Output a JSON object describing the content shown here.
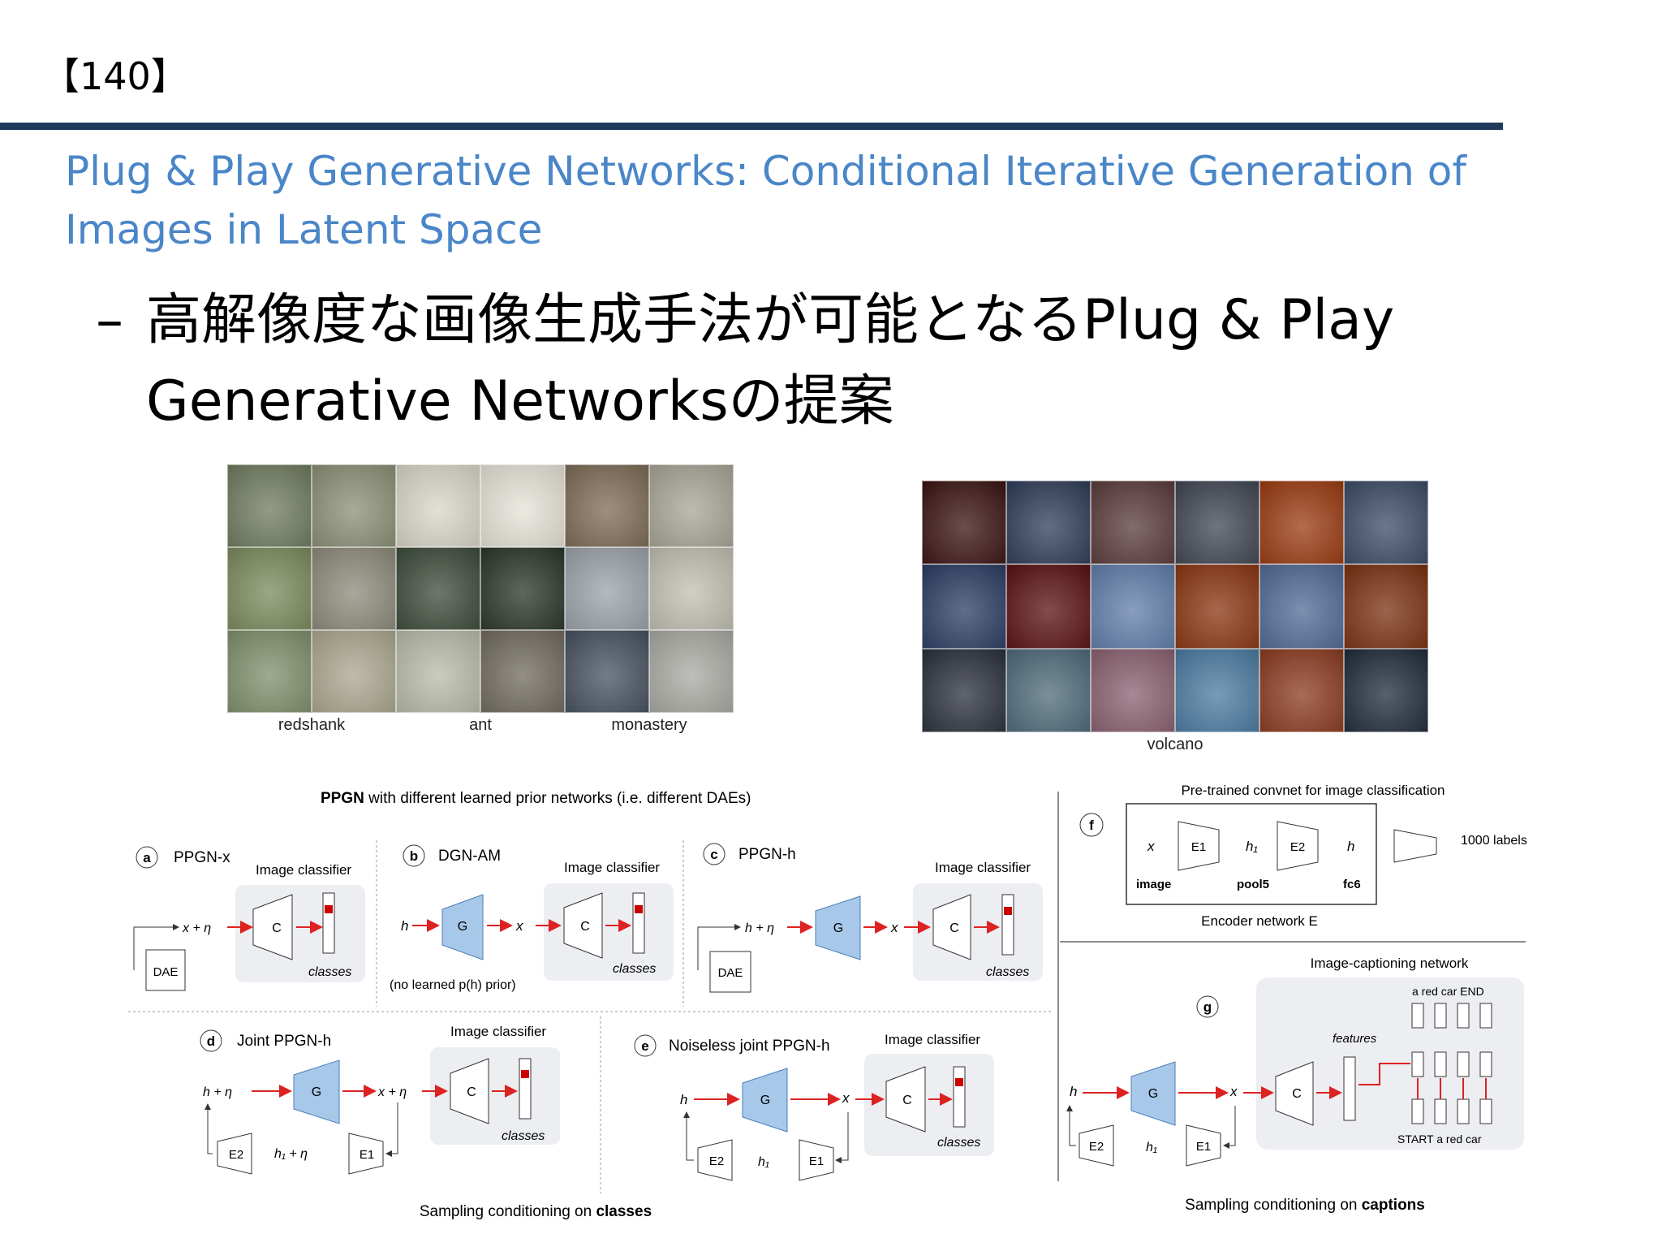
{
  "slide_number": "【140】",
  "paper_title": "Plug & Play Generative Networks: Conditional Iterative Generation of Images in Latent Space",
  "bullet": {
    "marker": "–",
    "text": "高解像度な画像生成手法が可能となるPlug & Play Generative Networksの提案"
  },
  "left_image": {
    "captions": [
      "redshank",
      "ant",
      "monastery"
    ],
    "tile_colors": [
      "#6f7a5e",
      "#8b8f74",
      "#d9d5c8",
      "#e6e2d8",
      "#7d6a55",
      "#a8a496",
      "#7a8a5c",
      "#8d8a7a",
      "#3c4a3a",
      "#2a3528",
      "#9ba2a8",
      "#c1bfb2",
      "#7f8f6a",
      "#aaa78e",
      "#b8bca8",
      "#6f6a5e",
      "#45505e",
      "#a9a9a3"
    ]
  },
  "right_image": {
    "caption": "volcano",
    "tile_colors": [
      "#3a1212",
      "#2e3c58",
      "#5a3a3a",
      "#3f4552",
      "#9a3a10",
      "#3b4a66",
      "#2b3d62",
      "#5a1010",
      "#5f7da8",
      "#8a3510",
      "#4f6a94",
      "#7a3010",
      "#2a2f3a",
      "#4d6a7a",
      "#8a6070",
      "#4a7aa0",
      "#8a3a20",
      "#1f2a3a"
    ]
  },
  "figure": {
    "top_heading_bold": "PPGN",
    "top_heading_rest": " with different learned prior networks (i.e. different DAEs)",
    "panel_a": {
      "letter": "a",
      "title": "PPGN-x",
      "classifier": "Image classifier",
      "dae": "DAE",
      "classes": "classes",
      "input": "x + η",
      "c": "C"
    },
    "panel_b": {
      "letter": "b",
      "title": "DGN-AM",
      "classifier": "Image classifier",
      "note": "(no learned p(h) prior)",
      "h": "h",
      "g": "G",
      "x": "x",
      "c": "C",
      "classes": "classes"
    },
    "panel_c": {
      "letter": "c",
      "title": "PPGN-h",
      "classifier": "Image classifier",
      "dae": "DAE",
      "input": "h + η",
      "g": "G",
      "x": "x",
      "c": "C",
      "classes": "classes"
    },
    "panel_d": {
      "letter": "d",
      "title": "Joint PPGN-h",
      "classifier": "Image classifier",
      "input": "h + η",
      "g": "G",
      "x": "x + η",
      "c": "C",
      "e2": "E2",
      "e1": "E1",
      "mid": "h₁ + η",
      "classes": "classes"
    },
    "panel_e": {
      "letter": "e",
      "title": "Noiseless joint PPGN-h",
      "classifier": "Image classifier",
      "h": "h",
      "g": "G",
      "x": "x",
      "c": "C",
      "e2": "E2",
      "e1": "E1",
      "mid": "h₁",
      "classes": "classes"
    },
    "panel_f": {
      "letter": "f",
      "heading": "Pre-trained convnet for image classification",
      "x": "x",
      "e1": "E1",
      "h1": "h₁",
      "e2": "E2",
      "h": "h",
      "image": "image",
      "pool5": "pool5",
      "fc6": "fc6",
      "labels": "1000 labels",
      "encoder": "Encoder network E"
    },
    "panel_g": {
      "letter": "g",
      "heading": "Image-captioning network",
      "h": "h",
      "g": "G",
      "x": "x",
      "c": "C",
      "e2": "E2",
      "e1": "E1",
      "mid": "h₁",
      "features": "features",
      "top_words": "a  red car END",
      "bottom_words": "START  a  red car"
    },
    "bottom_left_caption_plain": "Sampling conditioning on ",
    "bottom_left_caption_bold": "classes",
    "bottom_right_caption_plain": "Sampling conditioning on ",
    "bottom_right_caption_bold": "captions"
  }
}
